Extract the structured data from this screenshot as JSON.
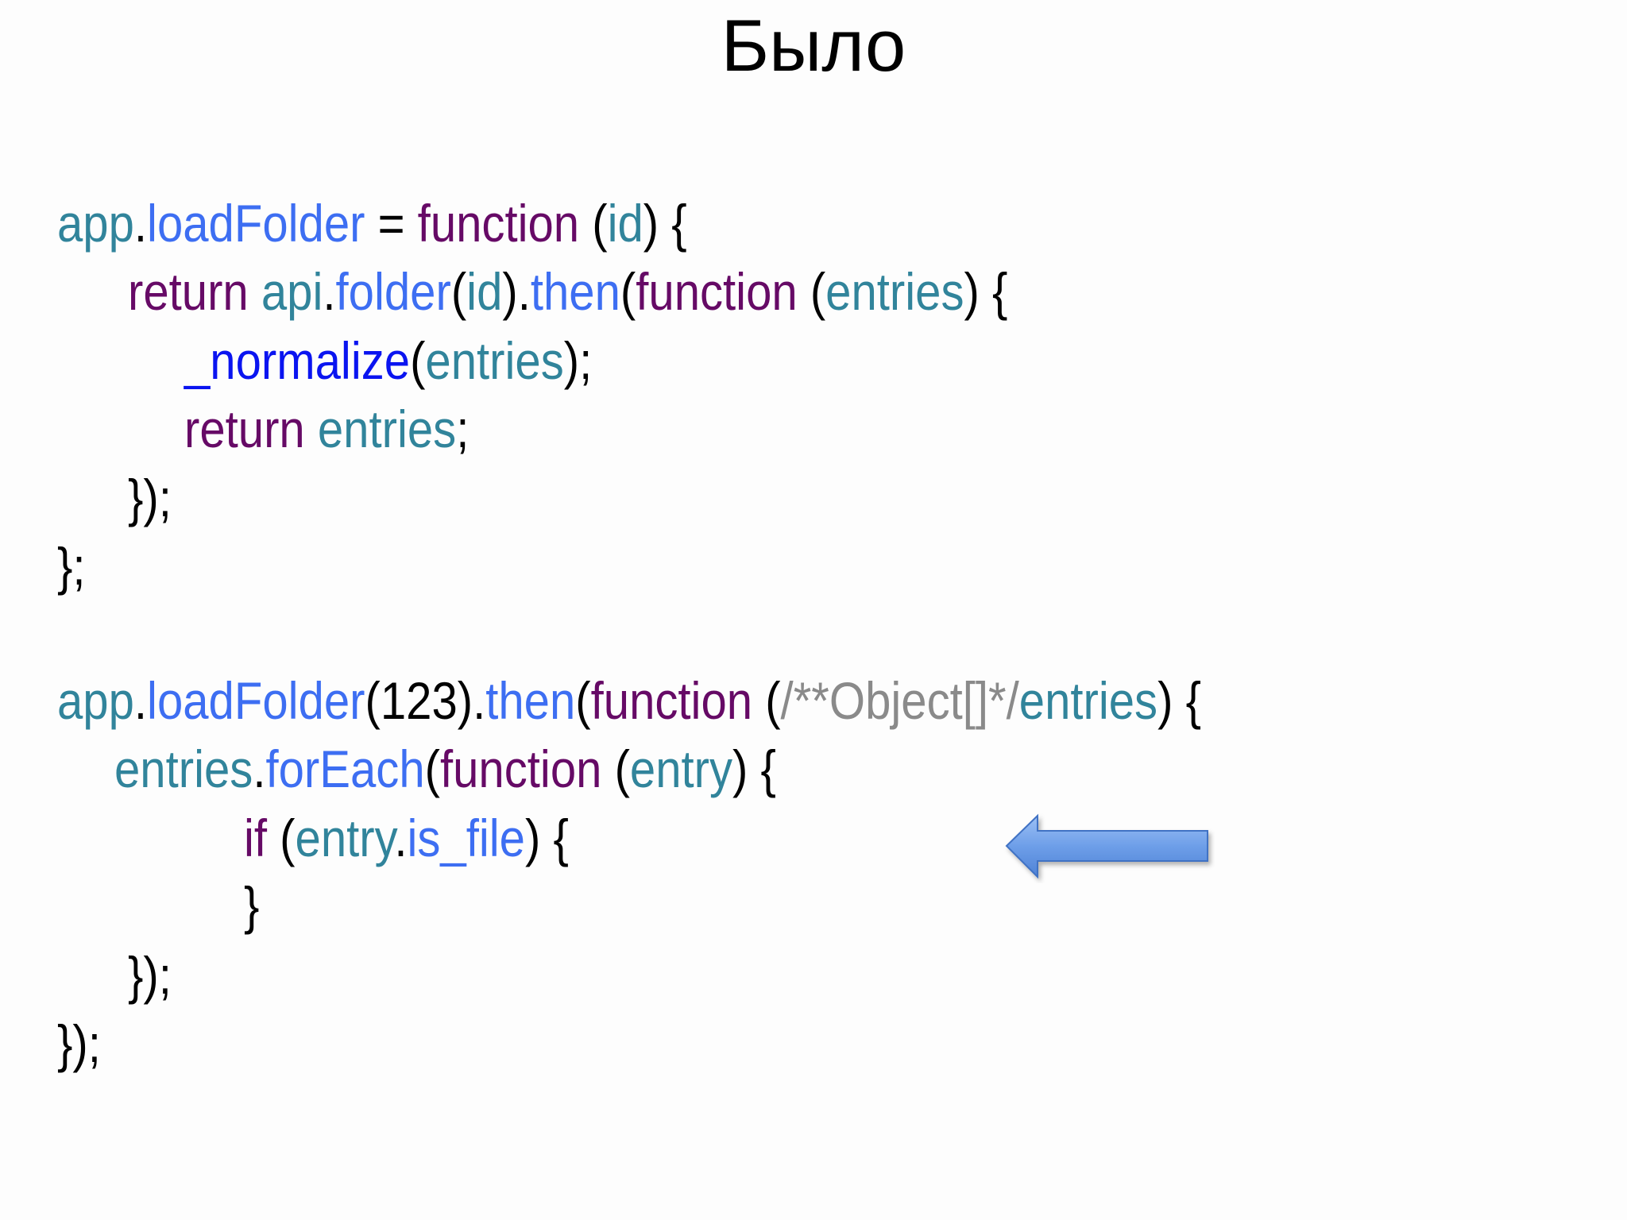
{
  "slide": {
    "title": "Было"
  },
  "colors": {
    "keyword": "#660a66",
    "identifier": "#31849b",
    "property": "#3d6ef2",
    "function_call": "#0a14f0",
    "punctuation": "#000000",
    "comment": "#8a8a8a",
    "arrow": "#5b8fdc",
    "background": "#fdfdfd"
  },
  "code_blocks": [
    {
      "lines": [
        {
          "tokens": [
            {
              "t": "app",
              "k": "id"
            },
            {
              "t": ".",
              "k": "pun"
            },
            {
              "t": "loadFolder",
              "k": "prop"
            },
            {
              "t": " = ",
              "k": "pun"
            },
            {
              "t": "function",
              "k": "kw"
            },
            {
              "t": " (",
              "k": "pun"
            },
            {
              "t": "id",
              "k": "id"
            },
            {
              "t": ") {",
              "k": "pun"
            }
          ]
        },
        {
          "tokens": [
            {
              "t": "return",
              "k": "kw"
            },
            {
              "t": " ",
              "k": "pun"
            },
            {
              "t": "api",
              "k": "id"
            },
            {
              "t": ".",
              "k": "pun"
            },
            {
              "t": "folder",
              "k": "prop"
            },
            {
              "t": "(",
              "k": "pun"
            },
            {
              "t": "id",
              "k": "id"
            },
            {
              "t": ").",
              "k": "pun"
            },
            {
              "t": "then",
              "k": "prop"
            },
            {
              "t": "(",
              "k": "pun"
            },
            {
              "t": "function",
              "k": "kw"
            },
            {
              "t": " (",
              "k": "pun"
            },
            {
              "t": "entries",
              "k": "id"
            },
            {
              "t": ") {",
              "k": "pun"
            }
          ]
        },
        {
          "tokens": [
            {
              "t": "_normalize",
              "k": "fn"
            },
            {
              "t": "(",
              "k": "pun"
            },
            {
              "t": "entries",
              "k": "id"
            },
            {
              "t": ");",
              "k": "pun"
            }
          ]
        },
        {
          "tokens": [
            {
              "t": "return",
              "k": "kw"
            },
            {
              "t": " ",
              "k": "pun"
            },
            {
              "t": "entries",
              "k": "id"
            },
            {
              "t": ";",
              "k": "pun"
            }
          ]
        },
        {
          "tokens": [
            {
              "t": "});",
              "k": "pun"
            }
          ]
        },
        {
          "tokens": [
            {
              "t": "};",
              "k": "pun"
            }
          ]
        }
      ]
    },
    {
      "lines": [
        {
          "tokens": [
            {
              "t": "app",
              "k": "id"
            },
            {
              "t": ".",
              "k": "pun"
            },
            {
              "t": "loadFolder",
              "k": "prop"
            },
            {
              "t": "(",
              "k": "pun"
            },
            {
              "t": "123",
              "k": "num"
            },
            {
              "t": ").",
              "k": "pun"
            },
            {
              "t": "then",
              "k": "prop"
            },
            {
              "t": "(",
              "k": "pun"
            },
            {
              "t": "function",
              "k": "kw"
            },
            {
              "t": " (",
              "k": "pun"
            },
            {
              "t": "/**Object[]*/",
              "k": "cm"
            },
            {
              "t": "entries",
              "k": "id"
            },
            {
              "t": ") {",
              "k": "pun"
            }
          ]
        },
        {
          "tokens": [
            {
              "t": "entries",
              "k": "id"
            },
            {
              "t": ".",
              "k": "pun"
            },
            {
              "t": "forEach",
              "k": "prop"
            },
            {
              "t": "(",
              "k": "pun"
            },
            {
              "t": "function",
              "k": "kw"
            },
            {
              "t": " (",
              "k": "pun"
            },
            {
              "t": "entry",
              "k": "id"
            },
            {
              "t": ") {",
              "k": "pun"
            }
          ]
        },
        {
          "tokens": [
            {
              "t": "if",
              "k": "kw"
            },
            {
              "t": " (",
              "k": "pun"
            },
            {
              "t": "entry",
              "k": "id"
            },
            {
              "t": ".",
              "k": "pun"
            },
            {
              "t": "is_file",
              "k": "prop"
            },
            {
              "t": ") {",
              "k": "pun"
            }
          ]
        },
        {
          "tokens": [
            {
              "t": "}",
              "k": "pun"
            }
          ]
        },
        {
          "tokens": [
            {
              "t": "});",
              "k": "pun"
            }
          ]
        },
        {
          "tokens": [
            {
              "t": "});",
              "k": "pun"
            }
          ]
        }
      ]
    }
  ],
  "annotations": {
    "arrow": {
      "direction": "left",
      "icon": "left-arrow-icon",
      "points_to_line": "if (entry.is_file) {"
    }
  }
}
